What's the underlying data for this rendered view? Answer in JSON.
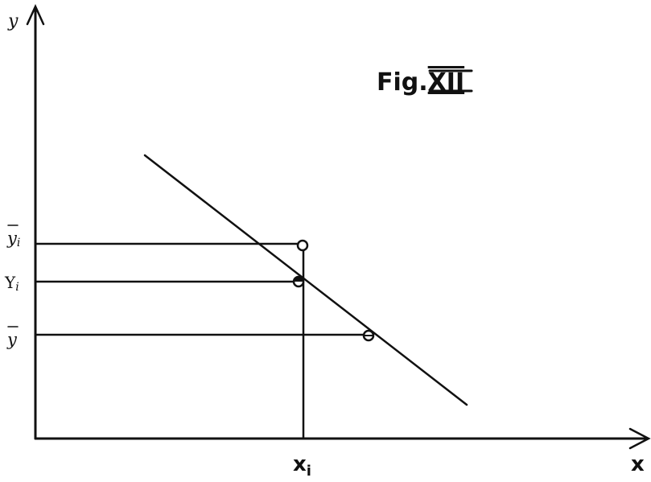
{
  "figure": {
    "title": "Fig.XII",
    "title_prefix": "Fig.",
    "title_numeral": "XII"
  },
  "axes": {
    "y_label": "y",
    "x_label": "x",
    "x_tick_label": "x",
    "x_tick_sub": "i"
  },
  "levels": {
    "ybar_i_base": "y",
    "ybar_i_sub": "i",
    "Y_i_base": "Y",
    "Y_i_sub": "i",
    "ybar_base": "y"
  }
}
